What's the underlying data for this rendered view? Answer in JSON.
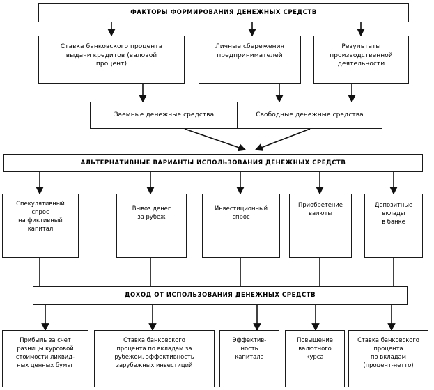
{
  "diagram": {
    "title": "ФАКТОРЫ ФОРМИРОВАНИЯ ДЕНЕЖНЫХ СРЕДСТВ",
    "type": "flowchart",
    "language": "ru",
    "colors": {
      "stroke": "#1a1a1a",
      "fill": "#ffffff",
      "text": "#000000"
    },
    "levels": {
      "level1_header": {
        "label": "ФАКТОРЫ ФОРМИРОВАНИЯ ДЕНЕЖНЫХ СРЕДСТВ"
      },
      "level2_factors": [
        {
          "label": "Ставка банковского процента\nвыдачи кредитов (валовой\nпроцент)"
        },
        {
          "label": "Личные сбережения\nпредпринимателей"
        },
        {
          "label": "Результаты\nпроизводственной\nдеятельности"
        }
      ],
      "level3_funds": [
        {
          "label": "Заемные денежные средства"
        },
        {
          "label": "Свободные денежные средства"
        }
      ],
      "level4_header": {
        "label": "АЛЬТЕРНАТИВНЫЕ ВАРИАНТЫ ИСПОЛЬЗОВАНИЯ ДЕНЕЖНЫХ СРЕДСТВ"
      },
      "level5_options": [
        {
          "label": "Спекулятивный\nспрос\nна фиктивный\nкапитал"
        },
        {
          "label": "Вывоз денег\nза рубеж"
        },
        {
          "label": "Инвестиционный\nспрос"
        },
        {
          "label": "Приобретение\nвалюты"
        },
        {
          "label": "Депозитные\nвклады\nв банке"
        }
      ],
      "level6_header": {
        "label": "ДОХОД ОТ ИСПОЛЬЗОВАНИЯ ДЕНЕЖНЫХ СРЕДСТВ"
      },
      "level7_income": [
        {
          "label": "Прибыль за счет\nразницы курсовой\nстоимости ликвид-\nных ценных бумаг"
        },
        {
          "label": "Ставка банковского\nпроцента по вкладам за\nрубежом, эффективность\nзарубежных инвестиций"
        },
        {
          "label": "Эффектив-\nность\nкапитала"
        },
        {
          "label": "Повышение\nвалютного\nкурса"
        },
        {
          "label": "Ставка банковского\nпроцента\nпо вкладам\n(процент-нетто)"
        }
      ]
    }
  }
}
